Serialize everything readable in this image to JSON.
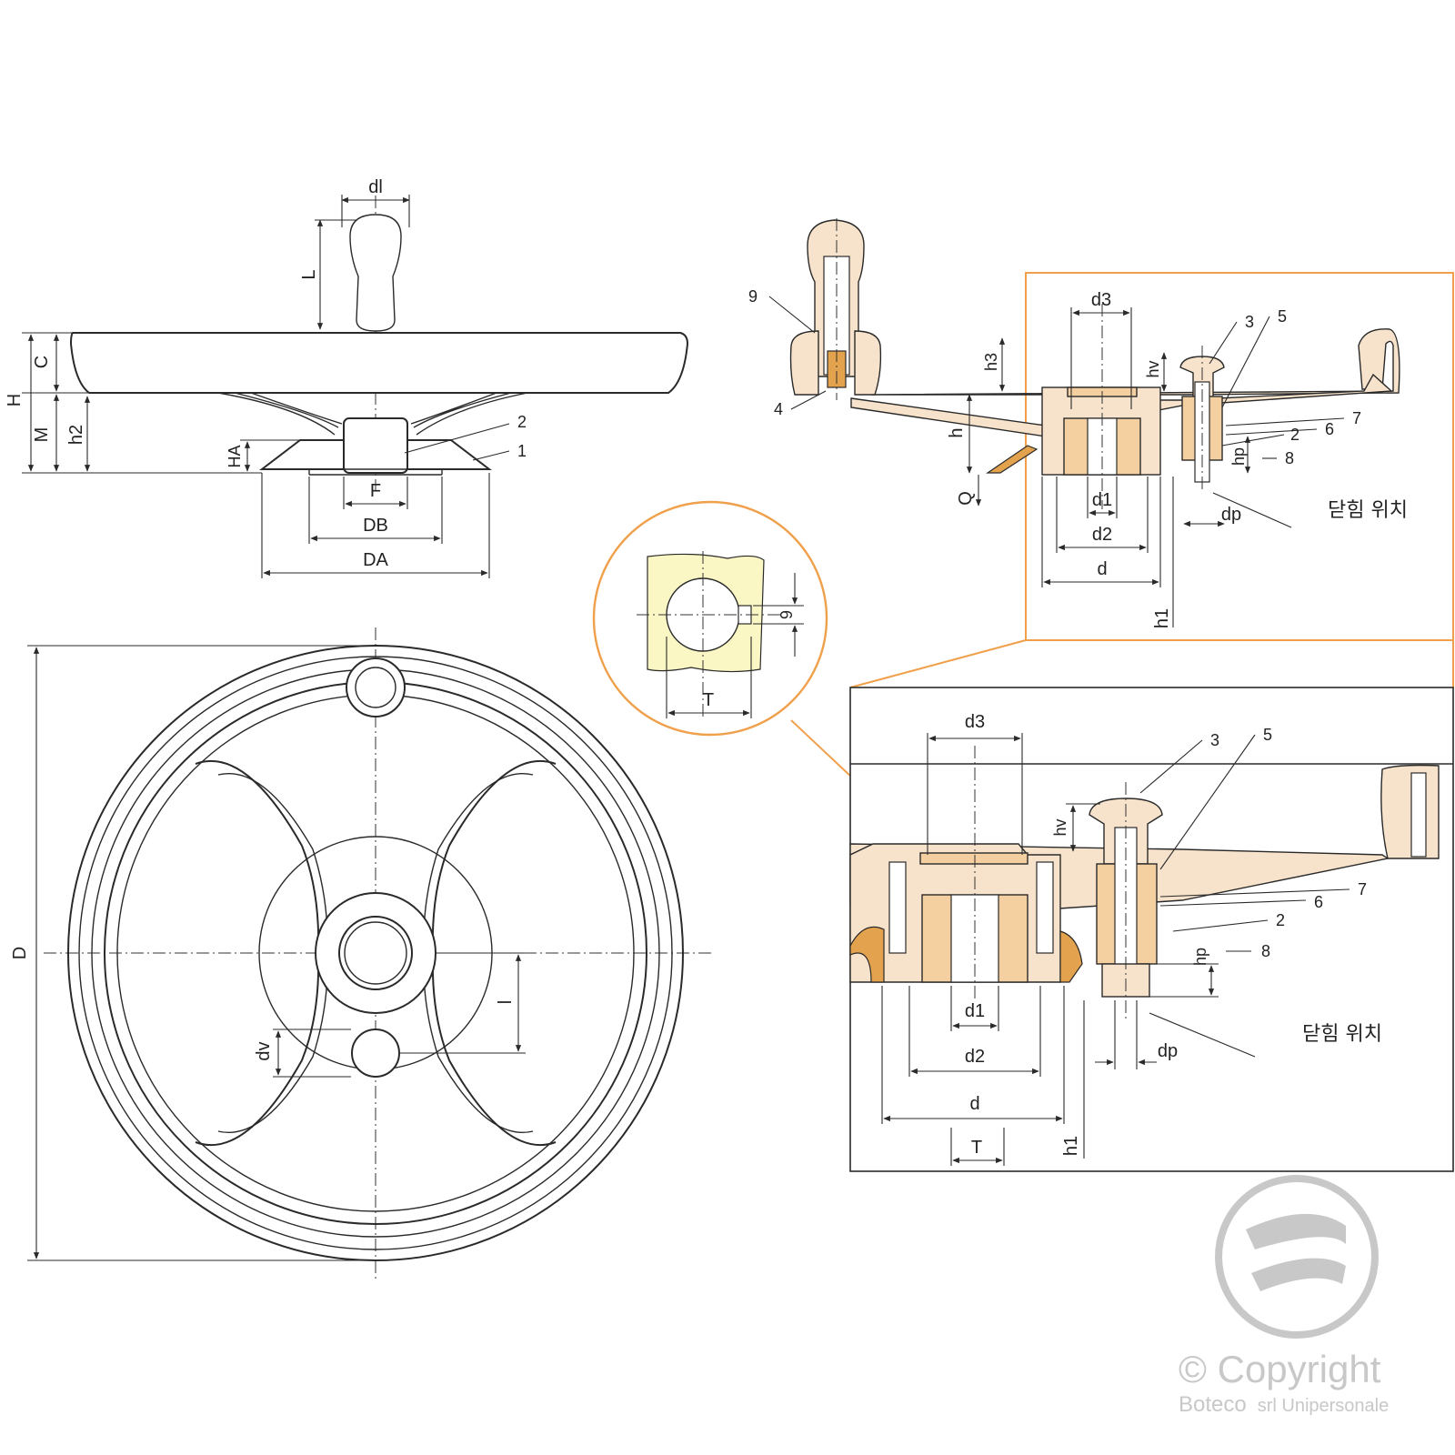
{
  "colors": {
    "callout_orange": "#f0a04b",
    "part_fill": "#f7e3cb",
    "bushing_fill": "#f4cf9f",
    "seal_fill": "#e3a24d",
    "keyway_fill": "#fbf7c4",
    "watermark": "#c8c8c8"
  },
  "side_view": {
    "dl": "dl",
    "L": "L",
    "H": "H",
    "C": "C",
    "M": "M",
    "h2": "h2",
    "HA": "HA",
    "F": "F",
    "DB": "DB",
    "DA": "DA",
    "ref_1": "1",
    "ref_2": "2"
  },
  "top_view": {
    "D": "D",
    "l": "l",
    "dv": "dv"
  },
  "section_view": {
    "d3": "d3",
    "h3": "h3",
    "h": "h",
    "Q": "Q",
    "d1": "d1",
    "d2": "d2",
    "d": "d",
    "h1": "h1",
    "hv": "hv",
    "hp": "hp",
    "dp": "dp",
    "ref_2": "2",
    "ref_3": "3",
    "ref_4": "4",
    "ref_5": "5",
    "ref_6": "6",
    "ref_7": "7",
    "ref_8": "8",
    "ref_9": "9",
    "closed_position": "닫힘 위치"
  },
  "keyway_detail": {
    "T": "T",
    "six": "6"
  },
  "detail_view": {
    "d3": "d3",
    "hv": "hv",
    "hp": "hp",
    "dp": "dp",
    "d1": "d1",
    "d2": "d2",
    "d": "d",
    "T": "T",
    "h1": "h1",
    "ref_2": "2",
    "ref_3": "3",
    "ref_5": "5",
    "ref_6": "6",
    "ref_7": "7",
    "ref_8": "8",
    "closed_position": "닫힘 위치"
  },
  "watermark": {
    "logo_icon": "copyright-logo-icon",
    "line1": "© Copyright",
    "line2_company": "Boteco",
    "line2_suffix": "srl Unipersonale"
  }
}
